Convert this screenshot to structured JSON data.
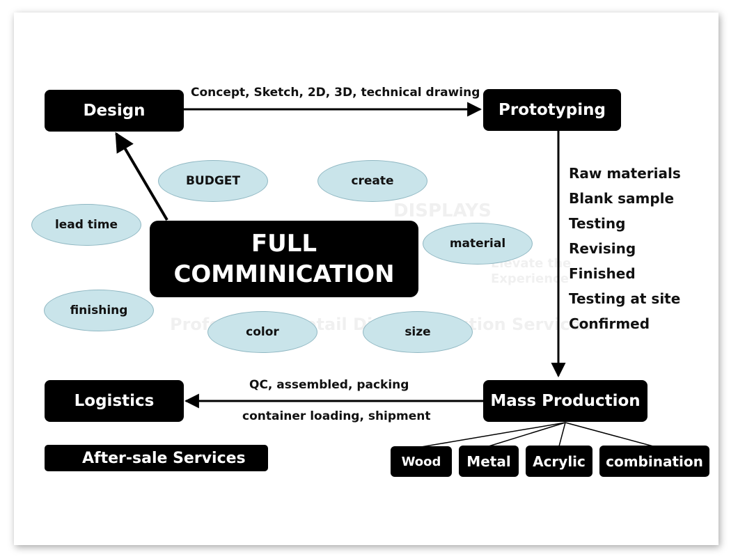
{
  "boxes": {
    "design": "Design",
    "prototyping": "Prototyping",
    "logistics": "Logistics",
    "after_sale": "After-sale Services",
    "mass_production": "Mass Production",
    "center_line1": "FULL",
    "center_line2": "COMMINICATION"
  },
  "edges": {
    "design_to_prototyping": "Concept, Sketch, 2D, 3D, technical drawing",
    "mass_to_logistics_top": "QC, assembled, packing",
    "mass_to_logistics_bottom": "container loading, shipment"
  },
  "prototyping_steps": [
    "Raw materials",
    "Blank sample",
    "Testing",
    "Revising",
    "Finished",
    "Testing at site",
    "Confirmed"
  ],
  "ellipses": {
    "budget": "BUDGET",
    "create": "create",
    "lead_time": "lead time",
    "material": "material",
    "finishing": "finishing",
    "color": "color",
    "size": "size"
  },
  "materials": [
    "Wood",
    "Metal",
    "Acrylic",
    "combination"
  ],
  "watermark": {
    "brand": "DISPLAYS",
    "tagline1": "Elevate the",
    "tagline2": "Experience",
    "services": "Professional Retail Display Solution Services"
  },
  "colors": {
    "box": "#000000",
    "ellipse_fill": "#c9e4ea",
    "ellipse_border": "#8fb7c2"
  }
}
